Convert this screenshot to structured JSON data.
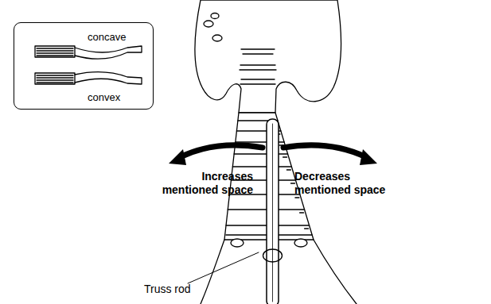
{
  "diagram": {
    "nodes": [
      {
        "text": [
          "concave",
          "convex"
        ]
      }
    ],
    "labels": [
      "Increases mentioned space",
      "Decreases mentioned space",
      "Truss rod"
    ]
  }
}
